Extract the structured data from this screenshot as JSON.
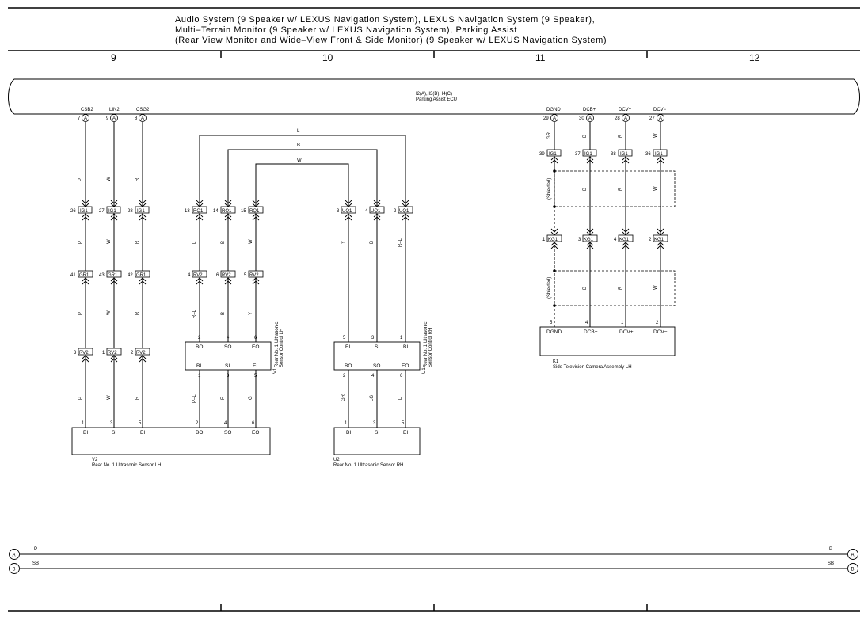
{
  "header": {
    "lines": [
      "Audio System (9 Speaker w/ LEXUS Navigation System),  LEXUS Navigation System (9 Speaker),",
      "Multi–Terrain Monitor (9 Speaker w/ LEXUS Navigation System),  Parking Assist",
      "(Rear View Monitor and Wide–View Front & Side Monitor) (9 Speaker w/ LEXUS Navigation System)"
    ],
    "columns": [
      "9",
      "10",
      "11",
      "12"
    ]
  },
  "ecu": {
    "connectors": "I2(A), I3(B), I4(C)",
    "name": "Parking Assist ECU",
    "left_pins": [
      {
        "signal": "CSB2",
        "num": "7",
        "letter": "A"
      },
      {
        "signal": "LIN2",
        "num": "9",
        "letter": "A"
      },
      {
        "signal": "CSG2",
        "num": "8",
        "letter": "A"
      }
    ],
    "right_pins": [
      {
        "signal": "DGND",
        "num": "29",
        "letter": "A"
      },
      {
        "signal": "DCB+",
        "num": "30",
        "letter": "A"
      },
      {
        "signal": "DCV+",
        "num": "28",
        "letter": "A"
      },
      {
        "signal": "DCV−",
        "num": "27",
        "letter": "A"
      }
    ]
  },
  "wires": {
    "left_colors": [
      "P",
      "W",
      "R"
    ],
    "ig1_left": [
      {
        "num": "26",
        "conn": "IG1"
      },
      {
        "num": "27",
        "conn": "IG1"
      },
      {
        "num": "28",
        "conn": "IG1"
      }
    ],
    "gr1": [
      {
        "num": "41",
        "conn": "GR1"
      },
      {
        "num": "43",
        "conn": "GR1"
      },
      {
        "num": "42",
        "conn": "GR1"
      }
    ],
    "rv2_left": [
      {
        "num": "3",
        "conn": "RV2"
      },
      {
        "num": "1",
        "conn": "RV2"
      },
      {
        "num": "2",
        "conn": "RV2"
      }
    ],
    "bridges": [
      "L",
      "B",
      "W"
    ],
    "rq1": [
      {
        "num": "13",
        "conn": "RQ1"
      },
      {
        "num": "14",
        "conn": "RQ1"
      },
      {
        "num": "15",
        "conn": "RQ1"
      }
    ],
    "uq1": [
      {
        "num": "3",
        "conn": "UQ1"
      },
      {
        "num": "4",
        "conn": "UQ1"
      },
      {
        "num": "2",
        "conn": "UQ1"
      }
    ],
    "rq_colors": [
      "L",
      "B",
      "W"
    ],
    "uq_colors": [
      "Y",
      "B",
      "R–L"
    ],
    "rv2_mid": [
      {
        "num": "4",
        "conn": "RV2"
      },
      {
        "num": "6",
        "conn": "RV2"
      },
      {
        "num": "5",
        "conn": "RV2"
      }
    ],
    "rv2_mid_colors": [
      "R–L",
      "B",
      "Y"
    ],
    "v1_bottom_colors": [
      "P–L",
      "R",
      "G"
    ],
    "u1_bottom_colors": [
      "GR",
      "LG",
      "L"
    ],
    "right_top_colors": [
      "GR",
      "B",
      "R",
      "W"
    ],
    "ig1_right": [
      {
        "num": "39",
        "conn": "IG1"
      },
      {
        "num": "37",
        "conn": "IG1"
      },
      {
        "num": "38",
        "conn": "IG1"
      },
      {
        "num": "36",
        "conn": "IG1"
      }
    ],
    "kg1": [
      {
        "num": "1",
        "conn": "KG1"
      },
      {
        "num": "3",
        "conn": "KG1"
      },
      {
        "num": "4",
        "conn": "KG1"
      },
      {
        "num": "2",
        "conn": "KG1"
      }
    ],
    "right_colors": [
      "B",
      "R",
      "W"
    ],
    "shielded": "(Shielded)"
  },
  "components": {
    "v1": {
      "label_lines": [
        "Rear No. 1 Ultrasonic",
        "Sensor Control LH"
      ],
      "id": "V1",
      "top_terms": [
        "BO",
        "SO",
        "EO"
      ],
      "top_pins": [
        "2",
        "4",
        "6"
      ],
      "bottom_terms": [
        "BI",
        "SI",
        "EI"
      ],
      "bottom_pins": [
        "1",
        "3",
        "5"
      ]
    },
    "u1": {
      "label_lines": [
        "Rear No. 1 Ultrasonic",
        "Sensor Control RH"
      ],
      "id": "U1",
      "top_terms": [
        "EI",
        "SI",
        "BI"
      ],
      "top_pins": [
        "5",
        "3",
        "1"
      ],
      "bottom_terms": [
        "BO",
        "SO",
        "EO"
      ],
      "bottom_pins": [
        "2",
        "4",
        "6"
      ]
    },
    "v2": {
      "id": "V2",
      "name": "Rear No. 1 Ultrasonic Sensor LH",
      "terms": [
        "BI",
        "SI",
        "EI",
        "BO",
        "SO",
        "EO"
      ],
      "pins": [
        "1",
        "3",
        "5",
        "2",
        "4",
        "6"
      ]
    },
    "u2": {
      "id": "U2",
      "name": "Rear No. 1 Ultrasonic Sensor RH",
      "terms": [
        "BI",
        "SI",
        "EI"
      ],
      "pins": [
        "1",
        "3",
        "5"
      ]
    },
    "k1": {
      "id": "K1",
      "name": "Side Television Camera Assembly LH",
      "terms": [
        "DGND",
        "DCB+",
        "DCV+",
        "DCV−"
      ],
      "pins": [
        "5",
        "4",
        "1",
        "2"
      ]
    }
  },
  "bus": [
    {
      "letter": "A",
      "color": "P"
    },
    {
      "letter": "B",
      "color": "SB"
    }
  ]
}
